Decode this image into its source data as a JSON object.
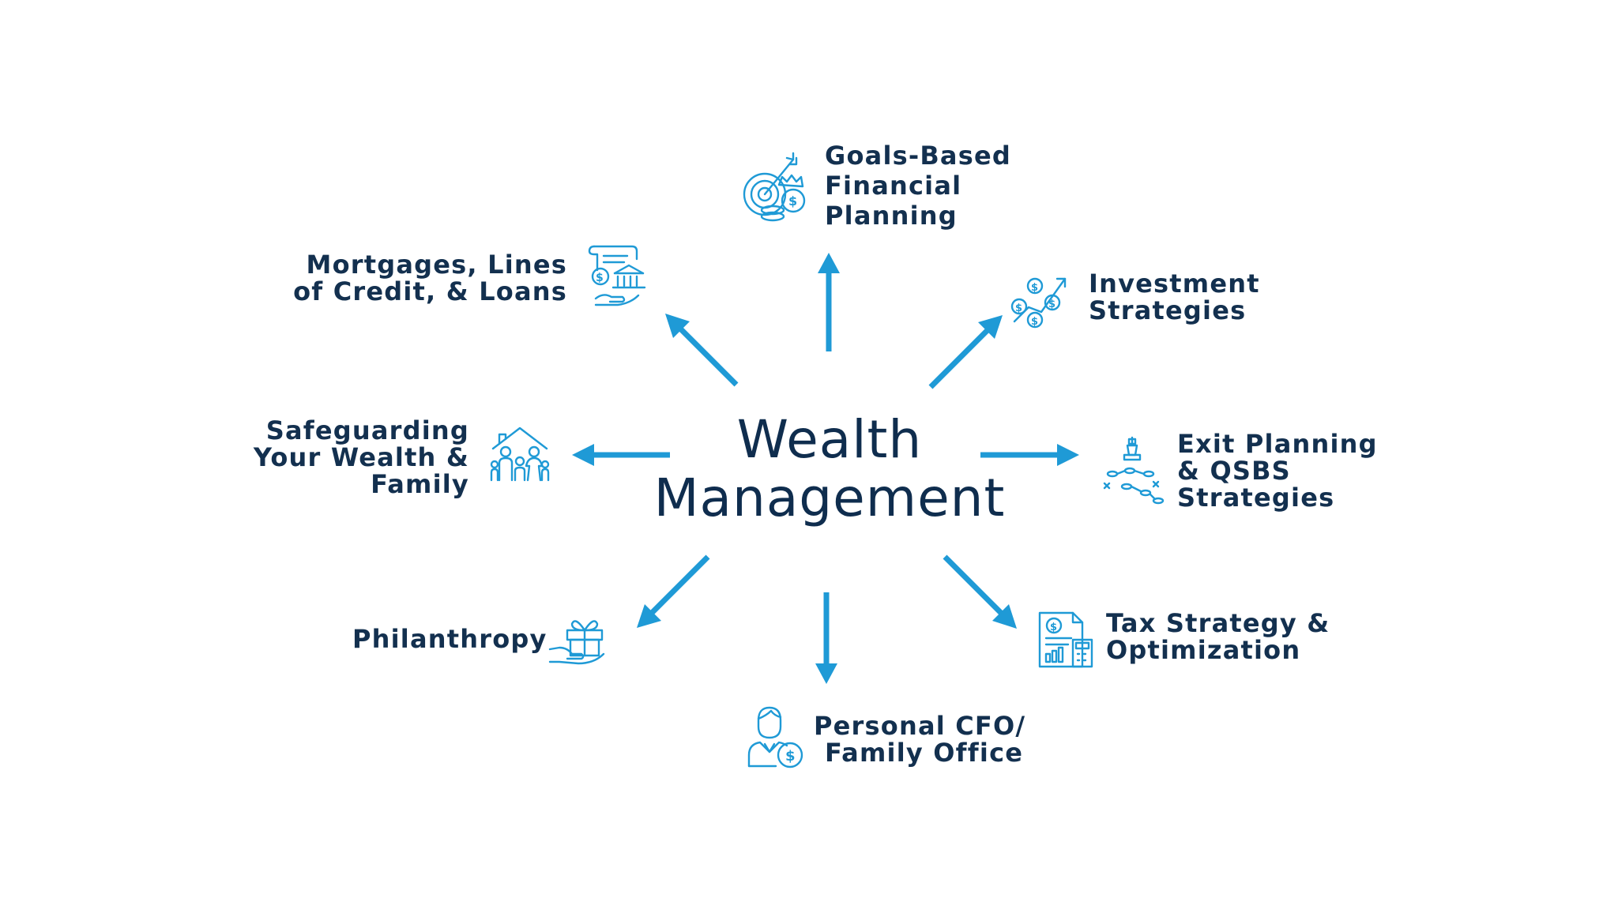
{
  "center": {
    "line1": "Wealth",
    "line2": "Management"
  },
  "accent_color": "#1f9ad6",
  "text_color": "#13304f",
  "nodes": {
    "goals": {
      "line1": "Goals-Based",
      "line2": "Financial",
      "line3": "Planning",
      "icon": "target-money-icon"
    },
    "investment": {
      "line1": "Investment",
      "line2": "Strategies",
      "icon": "investment-growth-icon"
    },
    "exit": {
      "line1": "Exit Planning",
      "line2": "& QSBS",
      "line3": "Strategies",
      "icon": "chess-strategy-icon"
    },
    "tax": {
      "line1": "Tax Strategy &",
      "line2": "Optimization",
      "icon": "tax-document-icon"
    },
    "cfo": {
      "line1": "Personal CFO/",
      "line2": "Family Office",
      "icon": "advisor-person-icon"
    },
    "philanthropy": {
      "line1": "Philanthropy",
      "icon": "gift-hand-icon"
    },
    "safeguarding": {
      "line1": "Safeguarding",
      "line2": "Your Wealth &",
      "line3": "Family",
      "icon": "family-house-icon"
    },
    "mortgages": {
      "line1": "Mortgages, Lines",
      "line2": "of Credit, & Loans",
      "icon": "bank-loan-icon"
    }
  }
}
